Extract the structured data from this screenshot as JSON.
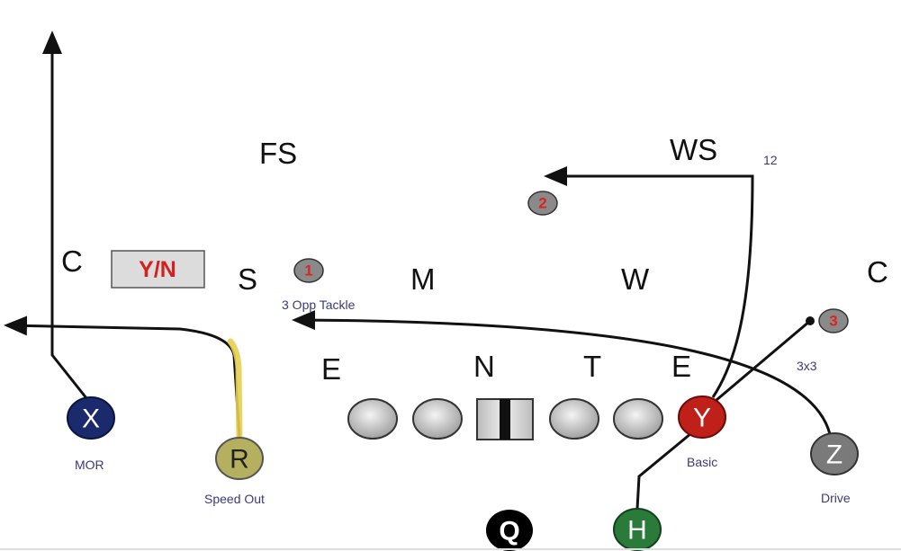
{
  "defense": {
    "fs": "FS",
    "ws": "WS",
    "corner_left": "C",
    "corner_right": "C",
    "s": "S",
    "m": "M",
    "w": "W",
    "end_left": "E",
    "nose": "N",
    "tackle": "T",
    "end_right": "E"
  },
  "call_box": "Y/N",
  "count_markers": [
    "1",
    "2",
    "3"
  ],
  "annotations": {
    "tackle_note": "3 Opp Tackle",
    "depth": "12",
    "route_3x3": "3x3"
  },
  "offense": {
    "x": {
      "letter": "X",
      "route": "MOR",
      "color": "#1a2a6c"
    },
    "r": {
      "letter": "R",
      "route": "Speed Out",
      "color": "#b5b060"
    },
    "y": {
      "letter": "Y",
      "route": "Basic",
      "color": "#c0201a"
    },
    "z": {
      "letter": "Z",
      "route": "Drive",
      "color": "#7a7a7a"
    },
    "q": {
      "letter": "Q",
      "color": "#000000"
    },
    "h": {
      "letter": "H",
      "color": "#2a7a3a"
    }
  }
}
